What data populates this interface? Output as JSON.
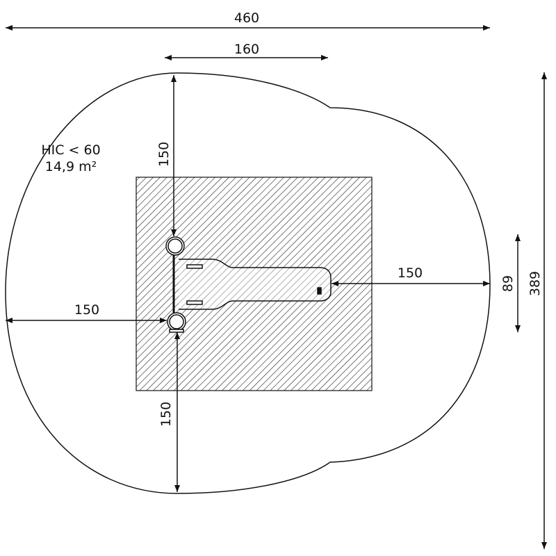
{
  "dimensions": {
    "total_width": "460",
    "equipment_width": "160",
    "clearance_top": "150",
    "clearance_left": "150",
    "clearance_bottom": "150",
    "clearance_right": "150",
    "equipment_depth": "89",
    "total_depth": "389"
  },
  "safety_area": {
    "hic": "HIC < 60",
    "area": "14,9 m²"
  }
}
